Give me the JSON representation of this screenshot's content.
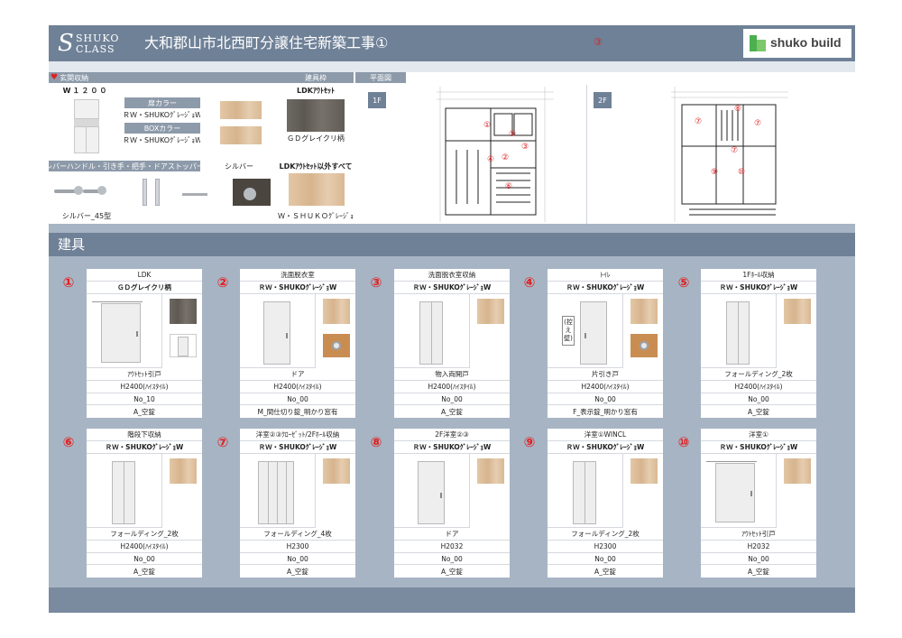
{
  "header": {
    "brand_s": "S",
    "brand_line1": "SHUKO",
    "brand_line2": "CLASS",
    "title": "大和郡山市北西町分譲住宅新築工事①",
    "mark": "③",
    "logo_text": "shuko build"
  },
  "entrance": {
    "section_label": "玄関収納",
    "size": "W１２００",
    "door_color_label": "扉カラー",
    "door_color_value": "ＲＷ・SHUKOｸﾞﾚｰｼﾞｮW",
    "box_color_label": "BOXカラー",
    "box_color_value": "ＲＷ・SHUKOｸﾞﾚｰｼﾞｮW",
    "hardware_label": "レバーハンドル・引き手・把手・ドアストッパー",
    "hardware_color": "シルバー",
    "lever_name": "シルバー_45型"
  },
  "frame": {
    "label": "建具枠",
    "ldk_outset": "LDKｱｳﾄｾｯﾄ",
    "ldk_color": "ＧＤグレイクリ柄",
    "other_label": "LDKｱｳﾄｾｯﾄ以外すべて",
    "other_color": "ＲＷ・ＳＨＵＫＯｸﾞﾚｰｼﾞｮW"
  },
  "plan": {
    "label": "平面図",
    "floor1": "1F",
    "floor2": "2F",
    "f1_marks": [
      "①",
      "②",
      "③",
      "④",
      "⑤",
      "⑥"
    ],
    "f2_marks": [
      "⑦",
      "⑧",
      "⑦",
      "⑦",
      "⑨",
      "⑩"
    ]
  },
  "section": {
    "title": "建具"
  },
  "cards": [
    {
      "num": "①",
      "name": "LDK",
      "color": "ＧＤグレイクリ柄",
      "type": "ｱｳﾄｾｯﾄ引戸",
      "height": "H2400(ﾊｲｽﾀｲﾙ)",
      "no": "No_10",
      "lock": "A_空錠",
      "swatch": "grey",
      "door": "outset",
      "second": "door"
    },
    {
      "num": "②",
      "name": "洗面脱衣室",
      "color": "ＲＷ・SHUKOｸﾞﾚｰｼﾞｮW",
      "type": "ドア",
      "height": "H2400(ﾊｲｽﾀｲﾙ)",
      "no": "No_00",
      "lock": "M_間仕切り錠_明かり窓有",
      "swatch": "wood",
      "door": "single",
      "second": "handle"
    },
    {
      "num": "③",
      "name": "洗面脱衣室収納",
      "color": "ＲＷ・SHUKOｸﾞﾚｰｼﾞｮW",
      "type": "物入両開戸",
      "height": "H2400(ﾊｲｽﾀｲﾙ)",
      "no": "No_00",
      "lock": "A_空錠",
      "swatch": "wood",
      "door": "double",
      "second": "none"
    },
    {
      "num": "④",
      "name": "ﾄｲﾚ",
      "color": "ＲＷ・SHUKOｸﾞﾚｰｼﾞｮW",
      "type": "片引き戸",
      "height": "H2400(ﾊｲｽﾀｲﾙ)",
      "no": "No_00",
      "lock": "F_表示錠_明かり窓有",
      "swatch": "wood",
      "door": "sliding",
      "second": "handle",
      "wall_note": "(控え壁)"
    },
    {
      "num": "⑤",
      "name": "1Fﾎｰﾙ収納",
      "color": "ＲＷ・SHUKOｸﾞﾚｰｼﾞｮW",
      "type": "フォールディング_2枚",
      "height": "H2400(ﾊｲｽﾀｲﾙ)",
      "no": "No_00",
      "lock": "A_空錠",
      "swatch": "wood",
      "door": "double",
      "second": "none"
    },
    {
      "num": "⑥",
      "name": "階段下収納",
      "color": "ＲＷ・SHUKOｸﾞﾚｰｼﾞｮW",
      "type": "フォールディング_2枚",
      "height": "H2400(ﾊｲｽﾀｲﾙ)",
      "no": "No_00",
      "lock": "A_空錠",
      "swatch": "wood",
      "door": "double",
      "second": "none"
    },
    {
      "num": "⑦",
      "name": "洋室②③ｸﾛｰｾﾞｯﾄ/2Fﾎｰﾙ収納",
      "color": "ＲＷ・SHUKOｸﾞﾚｰｼﾞｮW",
      "type": "フォールディング_4枚",
      "height": "H2300",
      "no": "No_00",
      "lock": "A_空錠",
      "swatch": "wood",
      "door": "quad",
      "second": "none"
    },
    {
      "num": "⑧",
      "name": "2F洋室②③",
      "color": "ＲＷ・SHUKOｸﾞﾚｰｼﾞｮW",
      "type": "ドア",
      "height": "H2032",
      "no": "No_00",
      "lock": "A_空錠",
      "swatch": "wood",
      "door": "single",
      "second": "none"
    },
    {
      "num": "⑨",
      "name": "洋室①WINCL",
      "color": "ＲＷ・SHUKOｸﾞﾚｰｼﾞｮW",
      "type": "フォールディング_2枚",
      "height": "H2300",
      "no": "No_00",
      "lock": "A_空錠",
      "swatch": "wood",
      "door": "double",
      "second": "none"
    },
    {
      "num": "⑩",
      "name": "洋室①",
      "color": "ＲＷ・SHUKOｸﾞﾚｰｼﾞｮW",
      "type": "ｱｳﾄｾｯﾄ引戸",
      "height": "H2032",
      "no": "No_00",
      "lock": "A_空錠",
      "swatch": "wood",
      "door": "outset",
      "second": "none"
    }
  ]
}
